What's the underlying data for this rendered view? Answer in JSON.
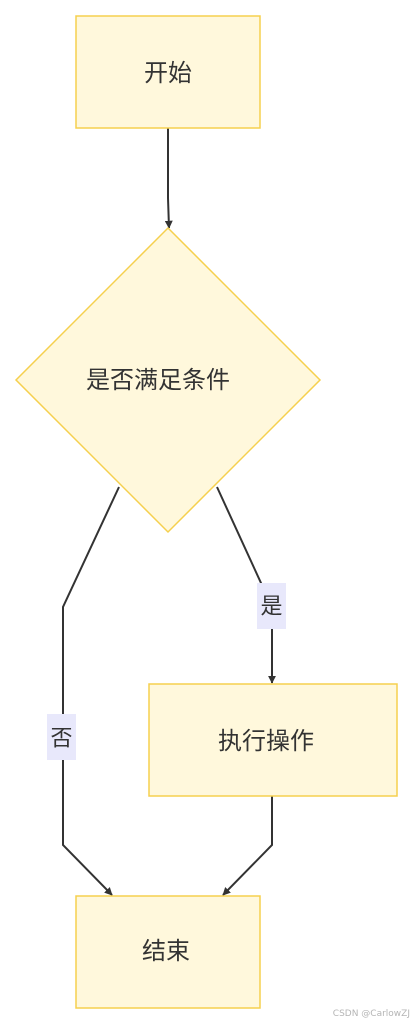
{
  "colors": {
    "node_fill": "#FFF8DC",
    "node_stroke": "#F5D04E",
    "edge": "#333333",
    "edge_label_bg": "#E8E8FB",
    "text": "#333333"
  },
  "nodes": {
    "start": {
      "label": "开始"
    },
    "decision": {
      "label": "是否满足条件"
    },
    "action": {
      "label": "执行操作"
    },
    "end": {
      "label": "结束"
    }
  },
  "edges": {
    "yes": {
      "label": "是"
    },
    "no": {
      "label": "否"
    }
  },
  "watermark": "CSDN @CarlowZJ"
}
